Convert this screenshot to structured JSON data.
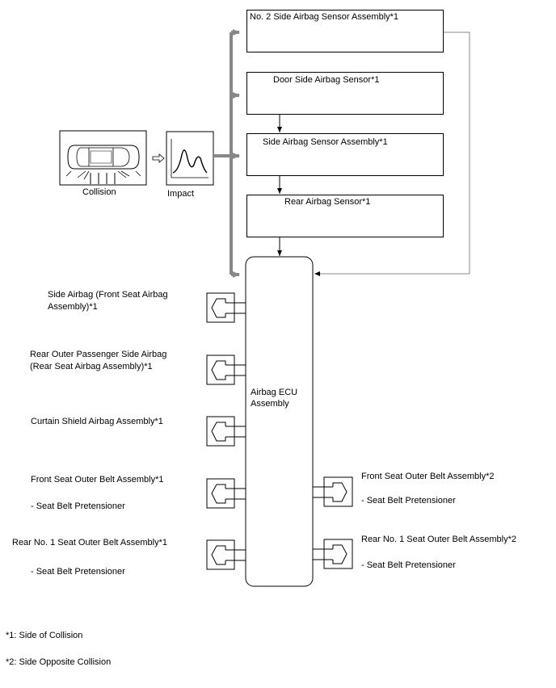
{
  "sensors": {
    "no2_side": "No. 2 Side Airbag Sensor Assembly*1",
    "door_side": "Door Side Airbag Sensor*1",
    "side_assembly": "Side Airbag Sensor Assembly*1",
    "rear": "Rear Airbag Sensor*1"
  },
  "collision_label": "Collision",
  "impact_label": "Impact",
  "ecu": {
    "line1": "Airbag ECU",
    "line2": "Assembly"
  },
  "left_outputs": {
    "side_airbag": {
      "line1": "Side Airbag (Front Seat Airbag",
      "line2": "Assembly)*1"
    },
    "rear_outer": {
      "line1": "Rear Outer Passenger Side Airbag",
      "line2": "(Rear Seat Airbag Assembly)*1"
    },
    "curtain": {
      "line1": "Curtain Shield Airbag Assembly*1"
    },
    "front_belt": {
      "line1": "Front Seat Outer Belt Assembly*1",
      "line2": "- Seat Belt Pretensioner"
    },
    "rear_belt": {
      "line1": "Rear No. 1 Seat Outer Belt Assembly*1",
      "line2": "- Seat Belt Pretensioner"
    }
  },
  "right_outputs": {
    "front_belt": {
      "line1": "Front Seat Outer Belt Assembly*2",
      "line2": "- Seat Belt Pretensioner"
    },
    "rear_belt": {
      "line1": "Rear No. 1 Seat Outer Belt Assembly*2",
      "line2": "- Seat Belt Pretensioner"
    }
  },
  "notes": {
    "note1": "*1: Side of Collision",
    "note2": "*2: Side Opposite Collision"
  }
}
